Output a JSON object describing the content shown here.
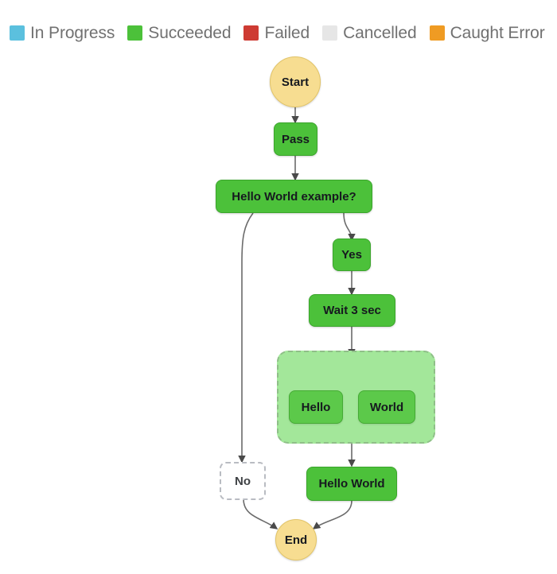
{
  "legend": {
    "items": [
      {
        "label": "In Progress",
        "color": "#5bc0de",
        "icon": "square-swatch"
      },
      {
        "label": "Succeeded",
        "color": "#4cc13a",
        "icon": "square-swatch"
      },
      {
        "label": "Failed",
        "color": "#ce3b33",
        "icon": "square-swatch"
      },
      {
        "label": "Cancelled",
        "color": "#e6e6e6",
        "icon": "square-swatch"
      },
      {
        "label": "Caught Error",
        "color": "#ef9b23",
        "icon": "square-swatch"
      }
    ]
  },
  "graph": {
    "nodes": [
      {
        "id": "start",
        "label": "Start",
        "kind": "terminal"
      },
      {
        "id": "pass",
        "label": "Pass",
        "kind": "task"
      },
      {
        "id": "choice",
        "label": "Hello World example?",
        "kind": "task"
      },
      {
        "id": "yes",
        "label": "Yes",
        "kind": "task"
      },
      {
        "id": "wait",
        "label": "Wait 3 sec",
        "kind": "task"
      },
      {
        "id": "hello",
        "label": "Hello",
        "kind": "task-inner"
      },
      {
        "id": "world",
        "label": "World",
        "kind": "task-inner"
      },
      {
        "id": "no",
        "label": "No",
        "kind": "skipped"
      },
      {
        "id": "helloworld",
        "label": "Hello World",
        "kind": "task"
      },
      {
        "id": "end",
        "label": "End",
        "kind": "terminal"
      }
    ],
    "parallel_group": {
      "id": "parallel",
      "members": [
        "hello",
        "world"
      ]
    },
    "edges": [
      {
        "from": "start",
        "to": "pass"
      },
      {
        "from": "pass",
        "to": "choice"
      },
      {
        "from": "choice",
        "to": "yes"
      },
      {
        "from": "choice",
        "to": "no"
      },
      {
        "from": "yes",
        "to": "wait"
      },
      {
        "from": "wait",
        "to": "parallel"
      },
      {
        "from": "parallel",
        "to": "hello"
      },
      {
        "from": "parallel",
        "to": "world"
      },
      {
        "from": "parallel",
        "to": "helloworld"
      },
      {
        "from": "helloworld",
        "to": "end"
      },
      {
        "from": "no",
        "to": "end"
      }
    ]
  },
  "colors": {
    "succeeded": "#4cc13a",
    "terminal": "#f7dd91",
    "parallel_group_bg": "#a3e79a",
    "edge": "#5a5a5a",
    "skipped_border": "#b9bcc2",
    "legend_text": "#717171",
    "background": "#ffffff"
  }
}
